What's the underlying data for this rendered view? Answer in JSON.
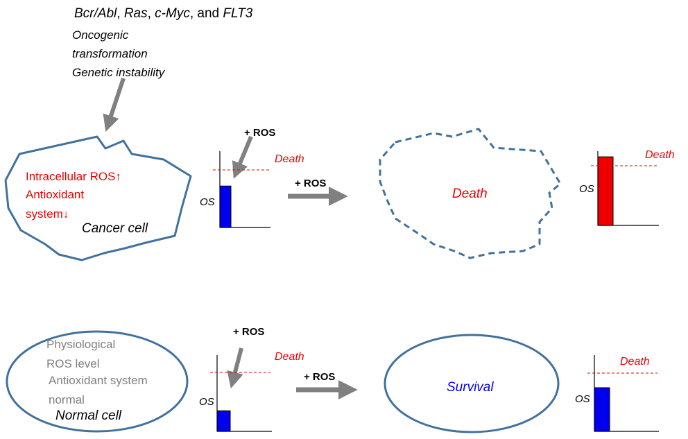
{
  "header": {
    "genes": [
      "Bcr/Abl",
      "Ras",
      "c-Myc",
      "FLT3"
    ],
    "gene_sep_1": ", ",
    "gene_sep_2": ", ",
    "gene_sep_3": ", and ",
    "cause_lines": [
      "Oncogenic",
      "transformation",
      "Genetic instability"
    ]
  },
  "cancer_cell": {
    "line1": "Intracellular ROS↑",
    "line2": "Antioxidant",
    "line3": "system↓",
    "label": "Cancer cell"
  },
  "normal_cell": {
    "line1": "Physiological",
    "line2": "ROS level",
    "line3": "Antioxidant system",
    "line4": "normal",
    "label": "Normal cell"
  },
  "outcomes": {
    "cancer": "Death",
    "normal": "Survival"
  },
  "ros_labels": {
    "cancer_add": "+ ROS",
    "cancer_arrow": "+ ROS",
    "normal_add": "+ ROS",
    "normal_arrow": "+ ROS"
  },
  "gauges": [
    {
      "id": "cancer-before",
      "axis_label": "OS",
      "threshold_label": "Death",
      "level": 0.72,
      "color": "#0000ee"
    },
    {
      "id": "cancer-after",
      "axis_label": "OS",
      "threshold_label": "Death",
      "level": 1.15,
      "color": "#ee0000"
    },
    {
      "id": "normal-before",
      "axis_label": "OS",
      "threshold_label": "Death",
      "level": 0.35,
      "color": "#0000ee"
    },
    {
      "id": "normal-after",
      "axis_label": "OS",
      "threshold_label": "Death",
      "level": 0.75,
      "color": "#0000ee"
    }
  ],
  "colors": {
    "cell_outline": "#41719c",
    "arrow": "#808080",
    "stress_text": "#ee0000",
    "normal_text": "#7f7f7f",
    "threshold": "#ee0000",
    "survival": "#0000ee"
  }
}
